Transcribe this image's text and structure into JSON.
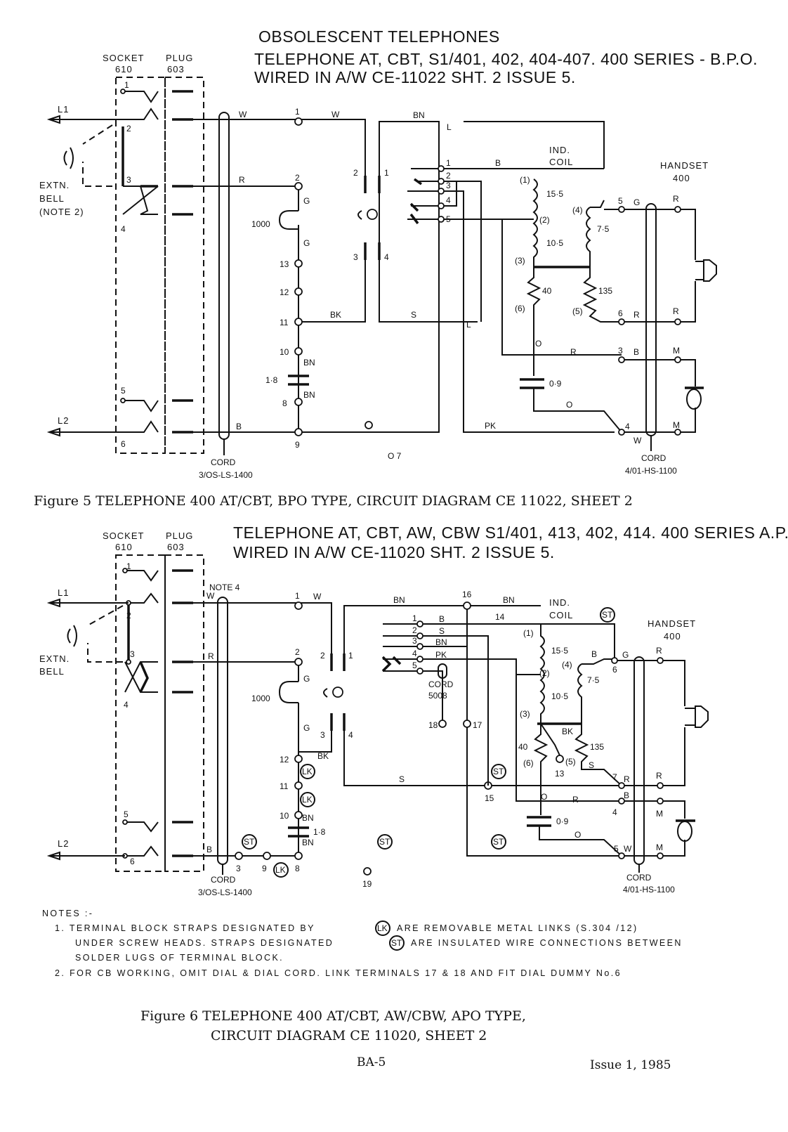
{
  "fig5": {
    "header1": "OBSOLESCENT TELEPHONES",
    "header2": "TELEPHONE AT, CBT, S1/401, 402, 404-407. 400 SERIES - B.P.O.",
    "header3": "WIRED IN A/W CE-11022 SHT. 2 ISSUE 5.",
    "socket": "SOCKET",
    "socket_num": "610",
    "plug": "PLUG",
    "plug_num": "603",
    "l1": "L1",
    "l2": "L2",
    "extn": "EXTN.",
    "bell": "BELL",
    "note2": "(NOTE 2)",
    "pins": [
      "1",
      "2",
      "3",
      "4",
      "5",
      "6"
    ],
    "wire_w": "W",
    "wire_r": "R",
    "wire_b": "B",
    "wire_g": "G",
    "wire_bk": "BK",
    "wire_bn": "BN",
    "wire_s": "S",
    "wire_pk": "PK",
    "wire_m": "M",
    "terms": {
      "t1": "1",
      "t2": "2",
      "t13": "13",
      "t12": "12",
      "t11": "11",
      "t10": "10",
      "t8": "8",
      "t9": "9",
      "t7": "O 7",
      "tL": "L",
      "tL2": "L"
    },
    "ringer": "1000",
    "cap": "1·8",
    "hook": {
      "a": "2",
      "b": "1",
      "c": "3",
      "d": "4"
    },
    "dial": [
      "1",
      "2",
      "3",
      "4",
      "5"
    ],
    "ind_coil": "IND.",
    "ind_coil2": "COIL",
    "coil": {
      "c1": "(1)",
      "c2": "(2)",
      "c3": "(3)",
      "c4": "(4)",
      "c5": "(5)",
      "c6": "(6)",
      "r155": "15·5",
      "r105": "10·5",
      "r75": "7·5",
      "r40": "40",
      "r135": "135",
      "cap09": "0·9",
      "o": "O"
    },
    "hs": "HANDSET",
    "hs_num": "400",
    "hs_terms": {
      "t5": "5",
      "t6": "6",
      "t3": "3",
      "t4": "4"
    },
    "cord1": "CORD",
    "cord1_num": "3/OS-LS-1400",
    "cord2": "CORD",
    "cord2_num": "4/01-HS-1100",
    "caption": "Figure 5  TELEPHONE 400 AT/CBT, BPO TYPE, CIRCUIT DIAGRAM CE 11022, SHEET 2"
  },
  "fig6": {
    "header1": "TELEPHONE AT, CBT, AW, CBW  S1/401, 413, 402, 414. 400 SERIES A.P.O",
    "header2": "WIRED IN A/W CE-11020 SHT. 2 ISSUE 5.",
    "socket": "SOCKET",
    "socket_num": "610",
    "plug": "PLUG",
    "plug_num": "603",
    "note4": "NOTE 4",
    "l1": "L1",
    "l2": "L2",
    "extn": "EXTN.",
    "bell": "BELL",
    "terms": {
      "t1": "1",
      "t2": "2",
      "t12": "12",
      "t11": "11",
      "t10": "10",
      "t8": "8",
      "t9": "9",
      "t3": "3",
      "t16": "16",
      "t14": "14",
      "t15": "15",
      "t17": "17",
      "t18": "18",
      "t19": "19",
      "t13": "13",
      "t7": "7",
      "t6": "6",
      "t4": "4",
      "t5": "5"
    },
    "lk": "LK",
    "st": "ST",
    "ringer": "1000",
    "cap": "1·8",
    "dial_cord": "CORD",
    "dial_cord_num": "5008",
    "ind_coil": "IND.",
    "ind_coil2": "COIL",
    "hs": "HANDSET",
    "hs_num": "400",
    "cord1": "CORD",
    "cord1_num": "3/OS-LS-1400",
    "cord2": "CORD",
    "cord2_num": "4/01-HS-1100",
    "caption1": "Figure 6  TELEPHONE 400 AT/CBT, AW/CBW, APO TYPE,",
    "caption2": "CIRCUIT DIAGRAM CE 11020, SHEET 2"
  },
  "notes": {
    "title": "NOTES :-",
    "n1a": "1.  TERMINAL  BLOCK  STRAPS  DESIGNATED  BY",
    "n1b": "ARE  REMOVABLE  METAL  LINKS  (S.304 /12)",
    "n1c": "UNDER  SCREW  HEADS.  STRAPS  DESIGNATED",
    "n1d": "ARE  INSULATED  WIRE  CONNECTIONS  BETWEEN",
    "n1e": "SOLDER  LUGS  OF  TERMINAL  BLOCK.",
    "n2": "2.  FOR  CB  WORKING, OMIT  DIAL  &  DIAL  CORD.  LINK  TERMINALS  17  &  18  AND  FIT  DIAL  DUMMY  No.6"
  },
  "footer": {
    "page": "BA-5",
    "issue": "Issue 1, 1985"
  }
}
